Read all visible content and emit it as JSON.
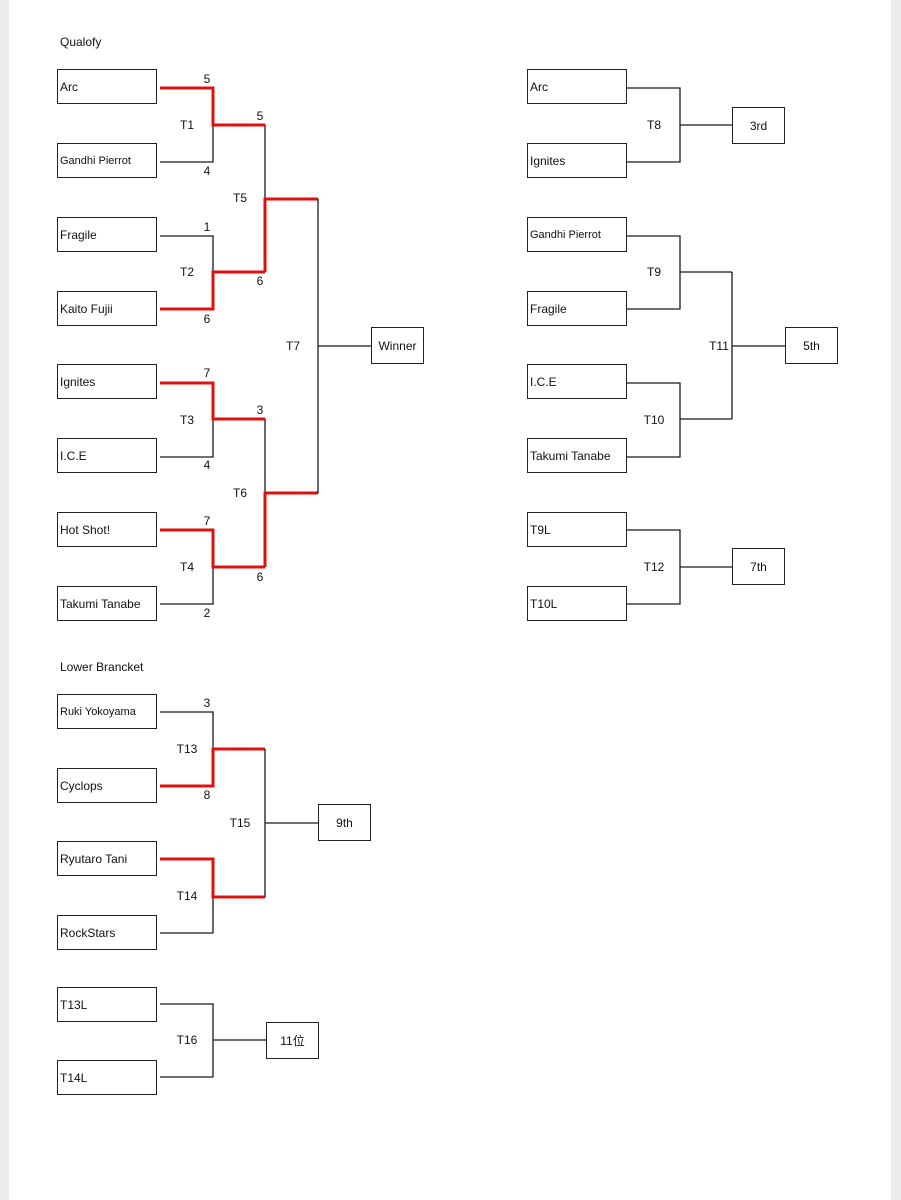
{
  "sections": {
    "qualify": "Qualofy",
    "lower": "Lower Brancket"
  },
  "colors": {
    "line": "#1a1a1a",
    "winner_path": "#e01010"
  },
  "qualify": {
    "teams": [
      "Arc",
      "Gandhi Pierrot",
      "Fragile",
      "Kaito Fujii",
      "Ignites",
      "I.C.E",
      "Hot Shot!",
      "Takumi Tanabe"
    ],
    "matches": {
      "T1": {
        "label": "T1",
        "scores": [
          "5",
          "4"
        ],
        "advance_score": "5"
      },
      "T2": {
        "label": "T2",
        "scores": [
          "1",
          "6"
        ],
        "advance_score": "6"
      },
      "T3": {
        "label": "T3",
        "scores": [
          "7",
          "4"
        ],
        "advance_score": "3"
      },
      "T4": {
        "label": "T4",
        "scores": [
          "7",
          "2"
        ],
        "advance_score": "6"
      },
      "T5": {
        "label": "T5"
      },
      "T6": {
        "label": "T6"
      },
      "T7": {
        "label": "T7"
      }
    },
    "winner": "Winner"
  },
  "placement": {
    "t8": {
      "label": "T8",
      "teams": [
        "Arc",
        "Ignites"
      ],
      "result": "3rd"
    },
    "t9": {
      "label": "T9",
      "teams": [
        "Gandhi Pierrot",
        "Fragile"
      ]
    },
    "t10": {
      "label": "T10",
      "teams": [
        "I.C.E",
        "Takumi Tanabe"
      ]
    },
    "t11": {
      "label": "T11",
      "result": "5th"
    },
    "t12": {
      "label": "T12",
      "teams": [
        "T9L",
        "T10L"
      ],
      "result": "7th"
    }
  },
  "lower": {
    "teams": [
      "Ruki Yokoyama",
      "Cyclops",
      "Ryutaro Tani",
      "RockStars"
    ],
    "t13": {
      "label": "T13",
      "scores": [
        "3",
        "8"
      ]
    },
    "t14": {
      "label": "T14"
    },
    "t15": {
      "label": "T15",
      "result": "9th"
    },
    "t16": {
      "label": "T16",
      "teams": [
        "T13L",
        "T14L"
      ],
      "result": "11位"
    }
  }
}
